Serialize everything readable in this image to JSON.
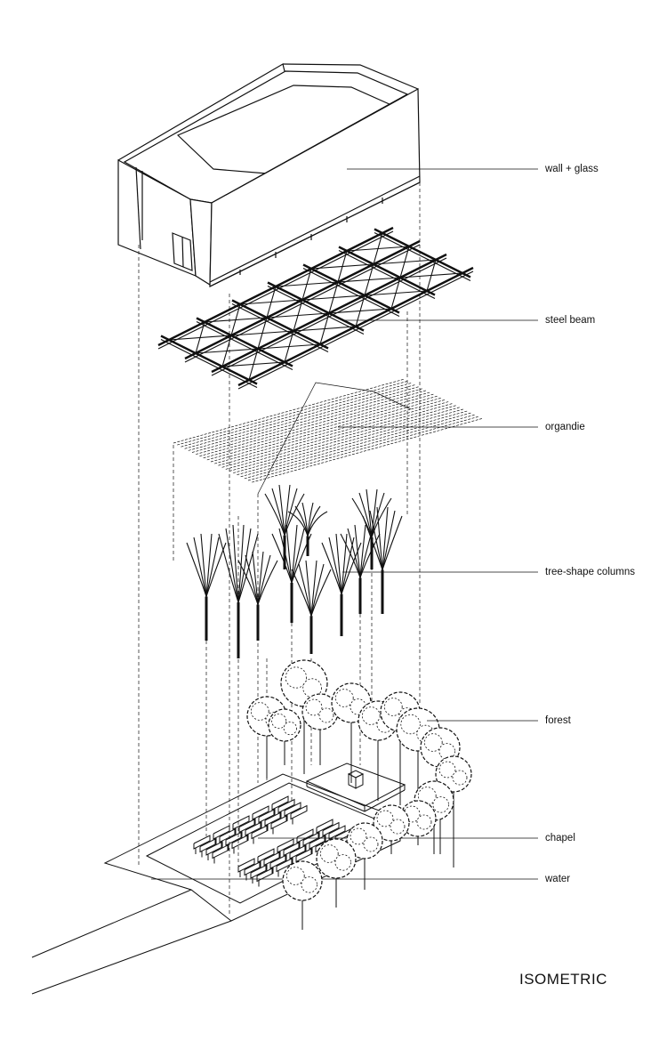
{
  "labels": {
    "wall": "wall + glass",
    "beam": "steel beam",
    "organdie": "organdie",
    "columns": "tree-shape columns",
    "forest": "forest",
    "chapel": "chapel",
    "water": "water"
  },
  "title": "ISOMETRIC",
  "colors": {
    "line": "#111111",
    "background": "#ffffff"
  }
}
